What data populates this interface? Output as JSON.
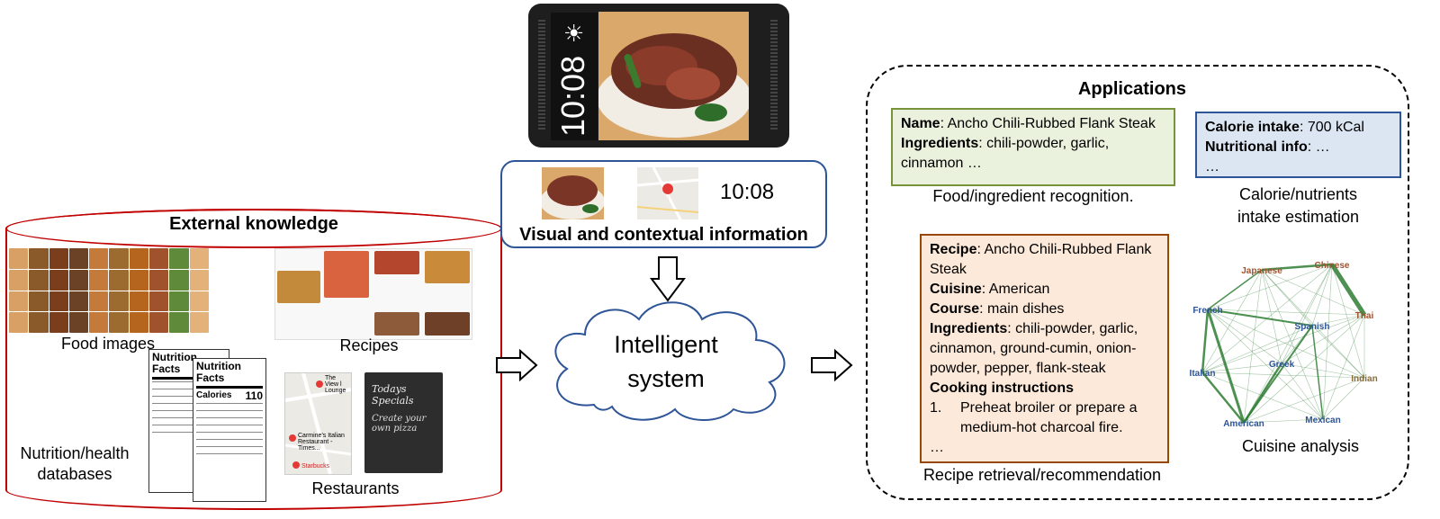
{
  "external": {
    "title": "External knowledge",
    "food_images": "Food images",
    "recipes": "Recipes",
    "nutrition_line1": "Nutrition/health",
    "nutrition_line2": "databases",
    "restaurants": "Restaurants",
    "nutrition_facts_label": "Nutrition Facts",
    "calories_label": "Calories",
    "calories_value": "110",
    "restaurant_1": "The View l Lounge",
    "restaurant_2": "Carmine's Italian Restaurant - Times...",
    "restaurant_3": "Starbucks",
    "chalk_1": "Todays Specials",
    "chalk_2": "Create your own pizza"
  },
  "phone": {
    "time": "10:08"
  },
  "context": {
    "time": "10:08",
    "title": "Visual and contextual information"
  },
  "system": {
    "line1": "Intelligent",
    "line2": "system"
  },
  "applications": {
    "title": "Applications",
    "food_box": {
      "name_key": "Name",
      "name_val": ": Ancho Chili-Rubbed Flank Steak",
      "ing_key": "Ingredients",
      "ing_val": ": chili-powder, garlic, cinnamon …"
    },
    "food_caption": "Food/ingredient recognition.",
    "cal_box": {
      "cal_key": "Calorie intake",
      "cal_val": ": 700 kCal",
      "nut_key": "Nutritional info",
      "nut_val": ": …",
      "more": "…"
    },
    "cal_caption_1": "Calorie/nutrients",
    "cal_caption_2": "intake estimation",
    "recipe_box": {
      "recipe_key": "Recipe",
      "recipe_val": ": Ancho Chili-Rubbed Flank Steak",
      "cuisine_key": "Cuisine",
      "cuisine_val": ": American",
      "course_key": "Course",
      "course_val": ":  main dishes",
      "ing_key": "Ingredients",
      "ing_val": ": chili-powder, garlic, cinnamon, ground-cumin, onion-powder, pepper, flank-steak",
      "cook_key": "Cooking instructions",
      "step_num": "1.",
      "step_text": "Preheat broiler or prepare a medium-hot charcoal fire.",
      "more": "…"
    },
    "recipe_caption": "Recipe retrieval/recommendation",
    "cuisine_caption": "Cuisine analysis",
    "cuisines": {
      "japanese": "Japanese",
      "chinese": "Chinese",
      "french": "French",
      "thai": "Thai",
      "spanish": "Spanish",
      "greek": "Greek",
      "italian": "Italian",
      "indian": "Indian",
      "american": "American",
      "mexican": "Mexican"
    }
  },
  "colors": {
    "cylinder": "#c00000",
    "context_border": "#2e5597",
    "green_fill": "#eaf1dd",
    "blue_fill": "#dce6f2",
    "orange_fill": "#fde9d9",
    "network_edge": "#2e7d32"
  }
}
